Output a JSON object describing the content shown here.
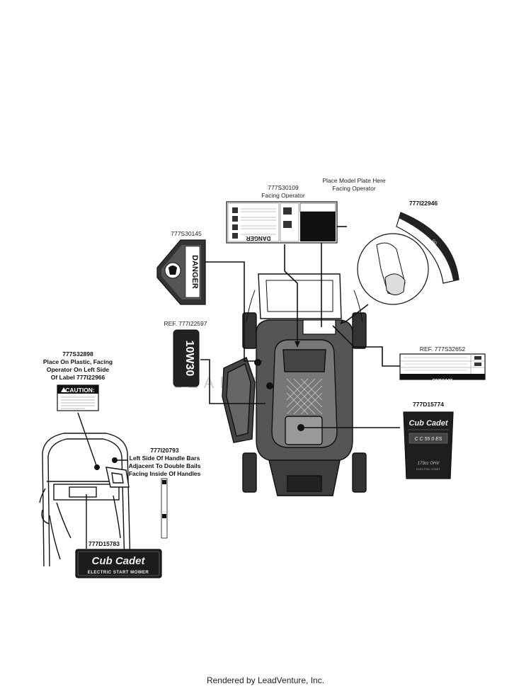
{
  "parts": {
    "p777S30109": {
      "number": "777S30109",
      "note": "Facing Operator"
    },
    "model_plate": {
      "line1": "Place Model Plate Here",
      "line2": "Facing Operator"
    },
    "p777I22946": {
      "number": "777I22946"
    },
    "p777S30145": {
      "number": "777S30145"
    },
    "ref777I22597": {
      "number": "REF. 777I22597",
      "oil_text": "10W30"
    },
    "ref777S32652": {
      "number": "REF. 777S32652"
    },
    "p777S32898": {
      "number": "777S32898",
      "line1": "Place On Plastic, Facing",
      "line2": "Operator On Left Side",
      "line3": "Of Label 777I22966"
    },
    "p777D15774": {
      "number": "777D15774"
    },
    "p777I20793": {
      "number": "777I20793",
      "line1": "Left Side Of Handle Bars",
      "line2": "Adjacent To Double Bails",
      "line3": "Facing Inside Of Handles"
    },
    "p777D15783": {
      "number": "777D15783"
    }
  },
  "decals": {
    "danger_word": "DANGER",
    "caution_word": "CAUTION:",
    "brand": "Cub Cadet",
    "electric_start_mower": "ELECTRIC START MOWER",
    "model_code": "C C 55 0 ES",
    "engine_cc": "173cc OHV",
    "electric_start": "ELECTRIC START",
    "warning_word": "WARNING"
  },
  "watermark": "LEADVENTURE",
  "footer": "Rendered by LeadVenture, Inc."
}
